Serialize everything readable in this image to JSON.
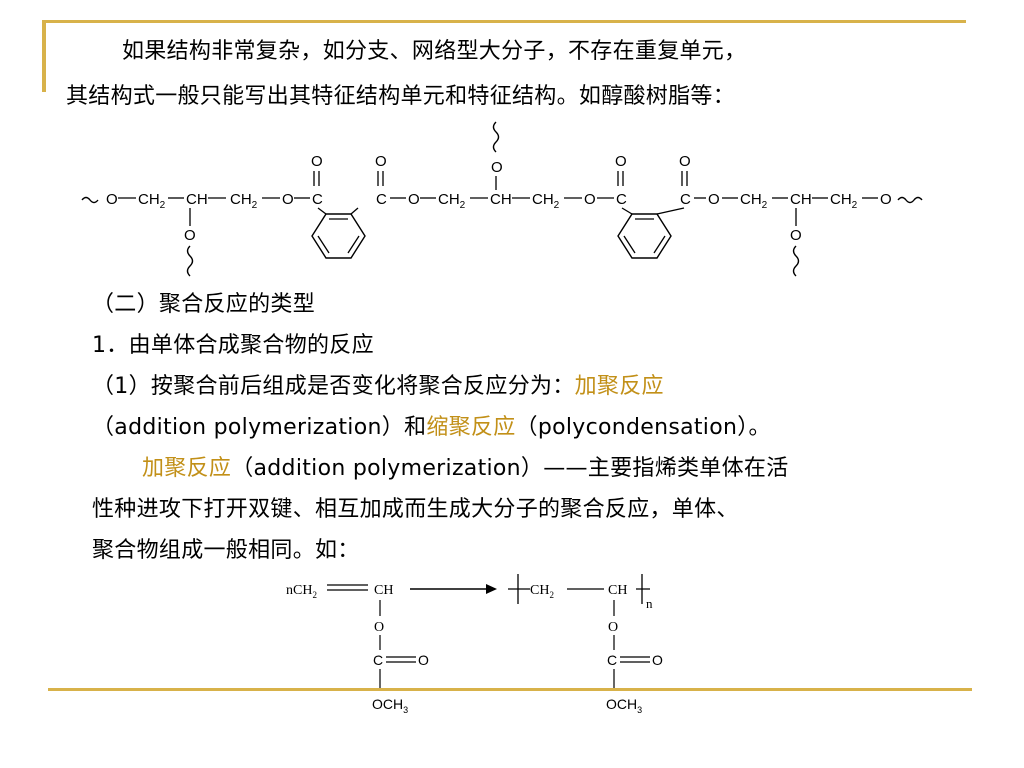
{
  "colors": {
    "accent": "#c29018",
    "decoration": "#d8b24a"
  },
  "text": {
    "p1_line1": "如果结构非常复杂，如分支、网络型大分子，不存在重复单元，",
    "p1_line2": "其结构式一般只能写出其特征结构单元和特征结构。如醇酸树脂等：",
    "section_heading": "（二）聚合反应的类型",
    "item1": "1．由单体合成聚合物的反应",
    "item1_1_prefix": "（1）按聚合前后组成是否变化将聚合反应分为：",
    "item1_1_term1": "加聚反应",
    "item1_1_l2_a": "（addition polymerization）和",
    "item1_1_term2": "缩聚反应",
    "item1_1_l2_b": "（polycondensation）。",
    "def_term": "加聚反应",
    "def_l1_rest": "（addition polymerization）——主要指烯类单体在活",
    "def_l2": "性种进攻下打开双键、相互加成而生成大分子的聚合反应，单体、",
    "def_l3": "聚合物组成一般相同。如："
  },
  "chem": {
    "o": "O",
    "c": "C",
    "ch": "CH",
    "ch2": "CH",
    "sub2": "2",
    "ch2n": "nCH",
    "och3": "OCH",
    "sub3": "3",
    "n": "n"
  }
}
